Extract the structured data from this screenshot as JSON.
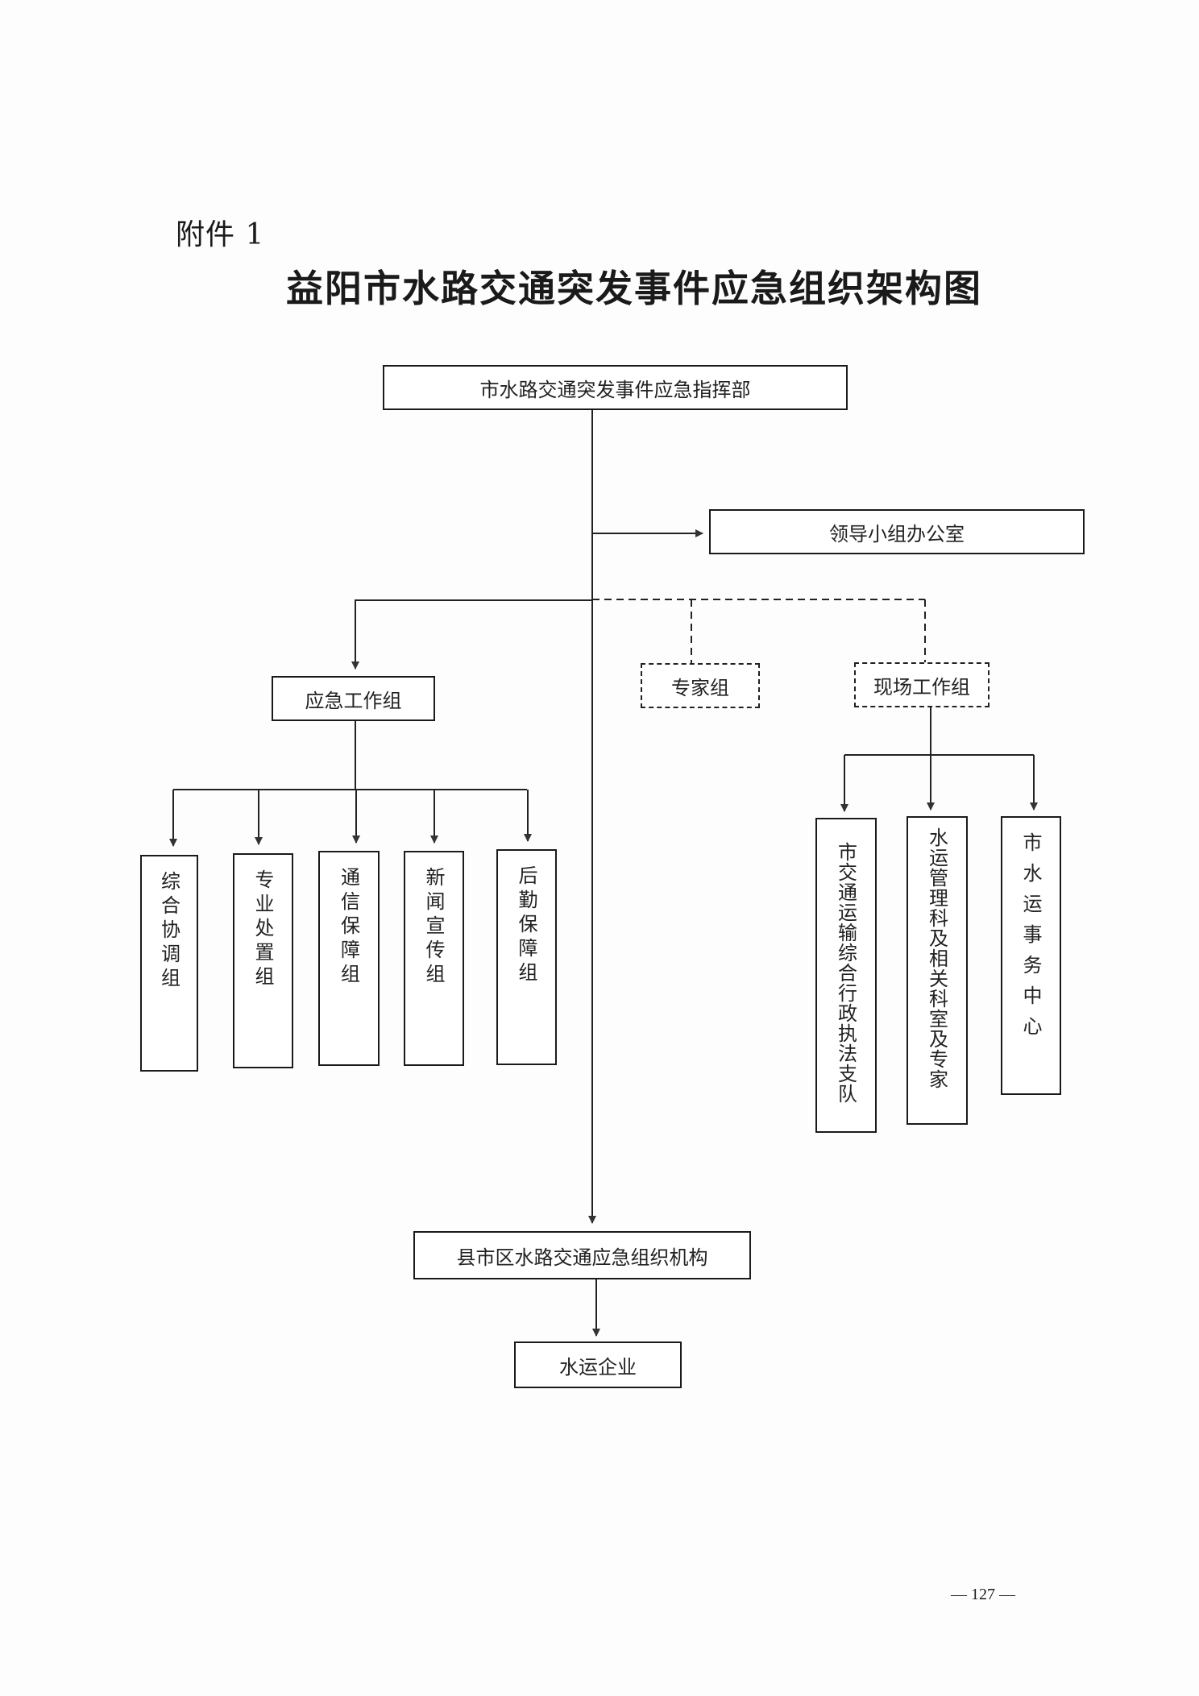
{
  "document": {
    "attachment_label": "附件 1",
    "title": "益阳市水路交通突发事件应急组织架构图",
    "page_number": "— 127 —"
  },
  "org_chart": {
    "top": {
      "label": "市水路交通突发事件应急指挥部"
    },
    "office": {
      "label": "领导小组办公室"
    },
    "emergency_group": {
      "label": "应急工作组"
    },
    "expert_group": {
      "label": "专家组",
      "link_style": "dashed"
    },
    "onsite_group": {
      "label": "现场工作组",
      "link_style": "dashed"
    },
    "emergency_subgroups": [
      {
        "label": "综合协调组"
      },
      {
        "label": "专业处置组"
      },
      {
        "label": "通信保障组"
      },
      {
        "label": "新闻宣传组"
      },
      {
        "label": "后勤保障组"
      }
    ],
    "onsite_subgroups": [
      {
        "label": "市交通运输综合行政执法支队"
      },
      {
        "label": "水运管理科及相关科室及专家"
      },
      {
        "label": "市水运事务中心"
      }
    ],
    "county": {
      "label": "县市区水路交通应急组织机构"
    },
    "enterprise": {
      "label": "水运企业"
    }
  }
}
